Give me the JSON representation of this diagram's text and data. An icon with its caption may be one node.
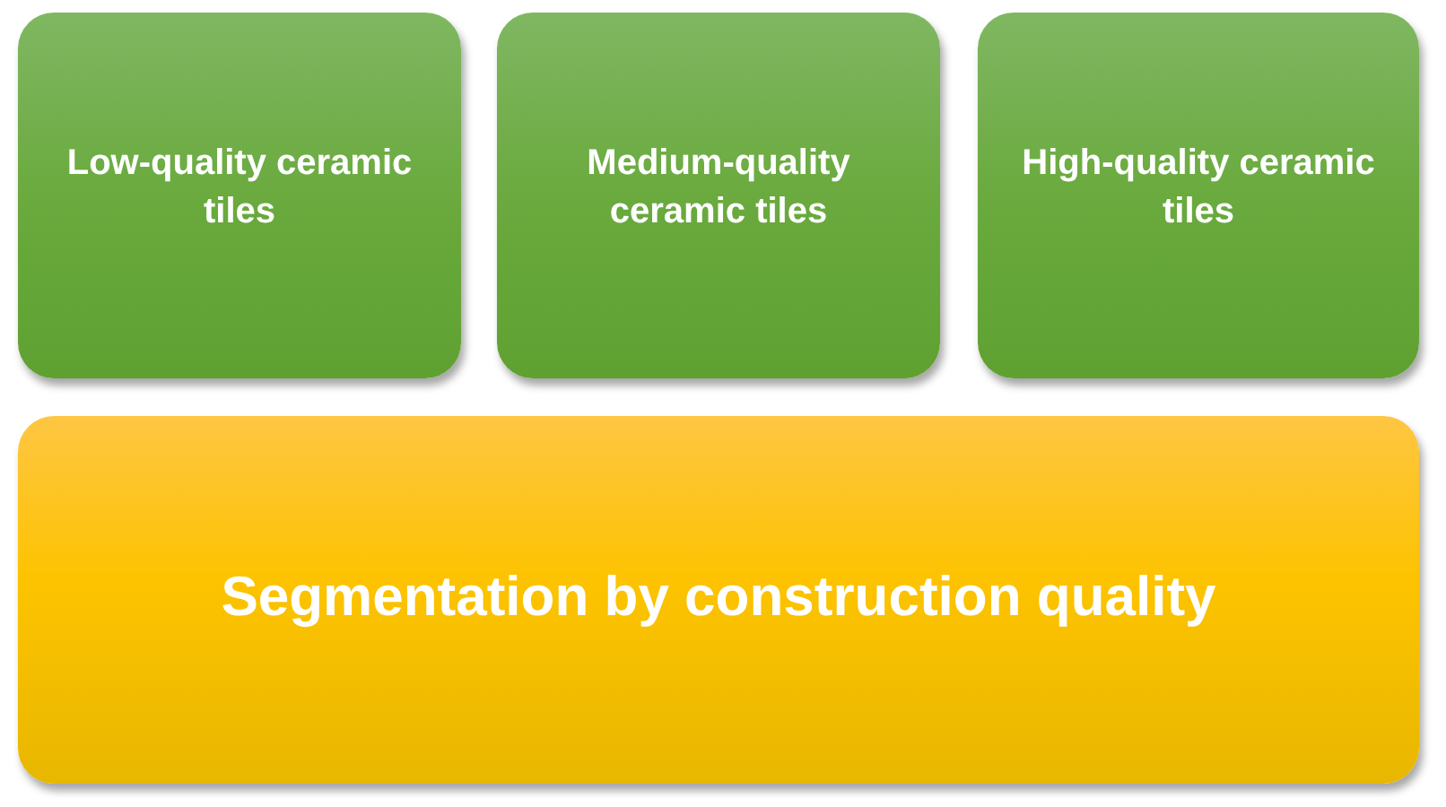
{
  "diagram": {
    "nodes": [
      {
        "text": [
          "Low-quality ceramic tiles"
        ]
      },
      {
        "text": [
          "Medium-quality ceramic tiles"
        ]
      },
      {
        "text": [
          "High-quality ceramic tiles"
        ]
      },
      {
        "text": [
          "Segmentation by construction quality"
        ]
      }
    ]
  }
}
